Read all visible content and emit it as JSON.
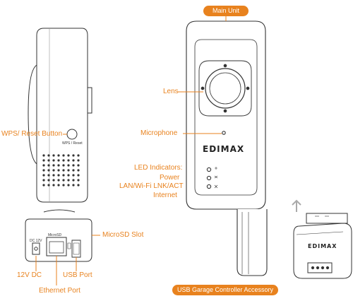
{
  "headings": {
    "main_unit": "Main Unit",
    "usb_accessory": "USB Garage Controller Accessory"
  },
  "labels": {
    "lens": "Lens",
    "microphone": "Microphone",
    "wps_reset_button": "WPS/ Reset Button",
    "led_indicators": "LED Indicators:",
    "power": "Power",
    "lan_wifi": "LAN/Wi-Fi LNK/ACT",
    "internet": "Internet",
    "microsd_slot": "MicroSD Slot",
    "dc_12v": "12V DC",
    "usb_port": "USB Port",
    "ethernet_port": "Ethernet Port"
  },
  "device_text": {
    "brand": "EDIMAX",
    "brand_small": "EDIMAX",
    "wps_reset_print": "WPS / Reset",
    "dc_print": "DC 12V",
    "microsd_print": "MicroSD"
  },
  "colors": {
    "accent": "#e8821e",
    "outline": "#333333",
    "shade": "#dcdcdc"
  }
}
